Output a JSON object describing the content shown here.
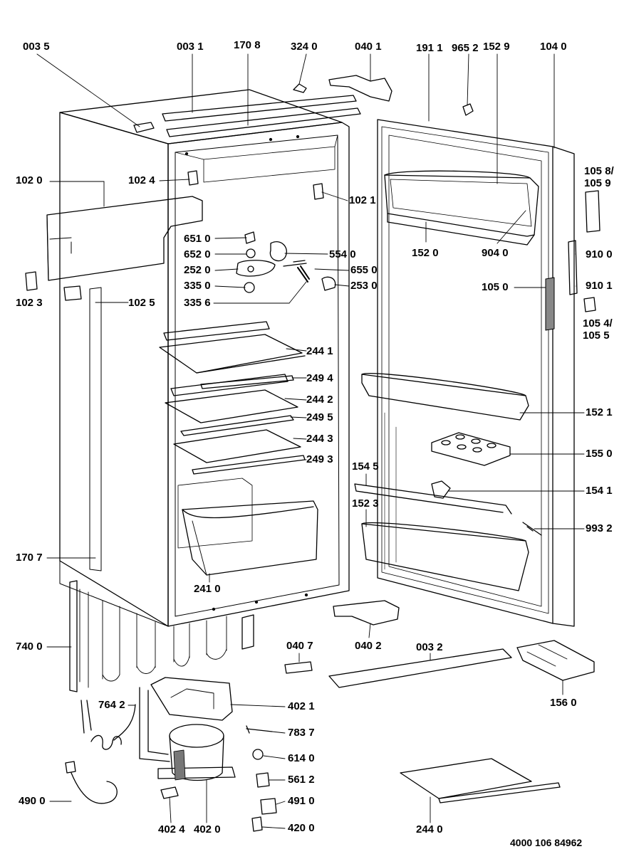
{
  "labels": {
    "p0035": "003 5",
    "p0031": "003 1",
    "p1708": "170 8",
    "p3240": "324 0",
    "p0401": "040 1",
    "p1911": "191 1",
    "p9652": "965 2",
    "p1529": "152 9",
    "p1040": "104 0",
    "p1058": "105 8/\n105 9",
    "p1020": "102 0",
    "p1024": "102 4",
    "p1021": "102 1",
    "p6510": "651 0",
    "p6520": "652 0",
    "p5540": "554 0",
    "p1520": "152 0",
    "p9040": "904 0",
    "p9100": "910 0",
    "p2520": "252 0",
    "p6550": "655 0",
    "p3350": "335 0",
    "p2530": "253 0",
    "p9101": "910 1",
    "p1023": "102 3",
    "p1025": "102 5",
    "p3356": "335 6",
    "p1050": "105 0",
    "p1054": "105 4/\n105 5",
    "p2441": "244 1",
    "p2494": "249 4",
    "p2442": "244 2",
    "p2495": "249 5",
    "p1521": "152 1",
    "p2443": "244 3",
    "p1550": "155 0",
    "p2493": "249 3",
    "p1545": "154 5",
    "p1541": "154 1",
    "p1523": "152 3",
    "p9932": "993 2",
    "p1707": "170 7",
    "p2410": "241 0",
    "p7400": "740 0",
    "p0407": "040 7",
    "p0402": "040 2",
    "p0032": "003 2",
    "p1560": "156 0",
    "p7642": "764 2",
    "p4021": "402 1",
    "p7837": "783 7",
    "p6140": "614 0",
    "p4900": "490 0",
    "p5612": "561 2",
    "p4910": "491 0",
    "p4024": "402 4",
    "p4020": "402 0",
    "p4200": "420 0",
    "p2440": "244 0"
  },
  "document_number": "4000 106 84962"
}
